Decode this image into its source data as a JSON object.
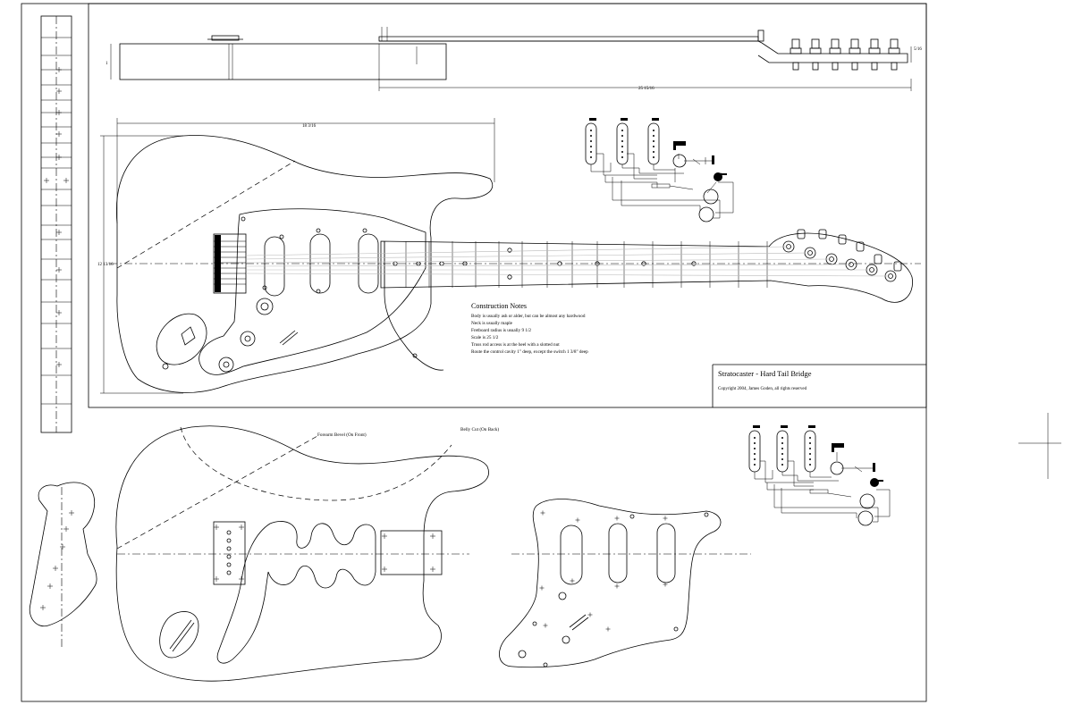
{
  "title_block": {
    "title": "Stratocaster - Hard Tail Bridge",
    "copyright": "Copyright 2004, James Goden, all rights reserved"
  },
  "notes": {
    "heading": "Construction Notes",
    "lines": [
      "Body is usually ash or alder, but can be almost any hardwood",
      "Neck is usually maple",
      "Fretboard radius is usually 9 1/2",
      "Scale is 25 1/2",
      "Truss rod access is at the heel with a slotted nut",
      "Route the control cavity 1\" deep, except the switch 1 3/8\" deep"
    ]
  },
  "callouts": {
    "forearm": "Forearm Bevel (On Front)",
    "belly": "Belly Cut (On Back)"
  },
  "dimensions": {
    "neck_thickness": "1",
    "neck_length": "25 15/16",
    "peghead_step": "5/16",
    "body_length": "18 3/16",
    "body_width": "12 13/16"
  }
}
